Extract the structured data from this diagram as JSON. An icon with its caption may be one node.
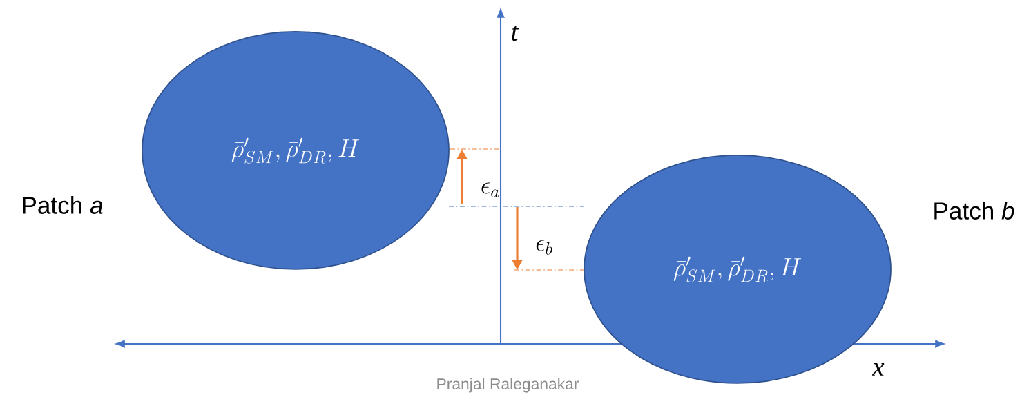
{
  "diagram": {
    "nodes": [
      {
        "text": [
          "\\bar{\\rho}'_{SM}, \\bar{\\rho}'_{DR}, H"
        ]
      },
      {
        "text": [
          "\\bar{\\rho}'_{SM}, \\bar{\\rho}'_{DR}, H"
        ]
      }
    ],
    "edges": [],
    "labels": [
      "t",
      "\\epsilon_a",
      "Patch *a*",
      "Patch *b*",
      "\\epsilon_b",
      "x",
      "Pranjal Raleganakar"
    ]
  }
}
